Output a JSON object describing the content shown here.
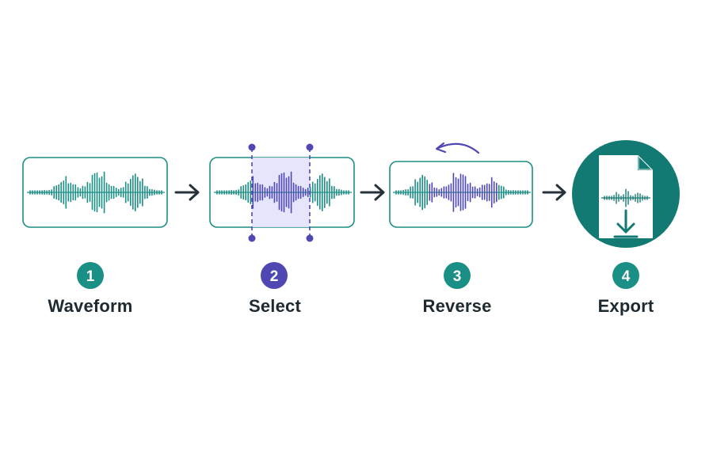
{
  "colors": {
    "teal": "#1a8f86",
    "teal_dark": "#137a73",
    "purple": "#4f48b3",
    "selection_fill": "#e3e2fb",
    "arrow": "#25323a",
    "text": "#1f2a30",
    "white": "#ffffff"
  },
  "steps": [
    {
      "number": "1",
      "label": "Waveform",
      "badge_color": "#1a8f86",
      "icon": "waveform-icon"
    },
    {
      "number": "2",
      "label": "Select",
      "badge_color": "#4f48b3",
      "icon": "selection-icon"
    },
    {
      "number": "3",
      "label": "Reverse",
      "badge_color": "#1a8f86",
      "icon": "reverse-icon"
    },
    {
      "number": "4",
      "label": "Export",
      "badge_color": "#1a8f86",
      "icon": "export-file-icon"
    }
  ]
}
